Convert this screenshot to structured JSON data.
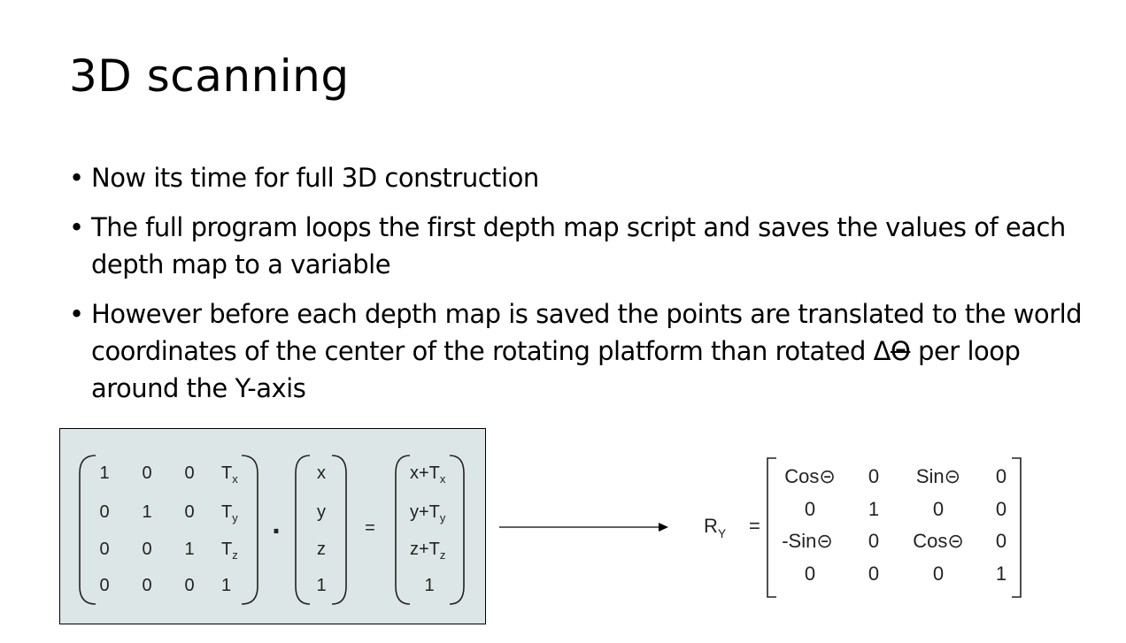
{
  "slide": {
    "title": "3D scanning",
    "bullets": [
      {
        "text": "Now its time for full 3D construction"
      },
      {
        "text": "The full program loops the first depth map script and saves the values of each depth map  to a variable"
      },
      {
        "pre": "However before each depth map is saved the points are translated to the world coordinates of the center of the rotating platform than rotated  Δ",
        "strike": "Θ",
        "post": " per loop around the Y-axis"
      }
    ],
    "bullet_char": "•"
  },
  "translation": {
    "matrix": [
      [
        "1",
        "0",
        "0",
        "T",
        "x"
      ],
      [
        "0",
        "1",
        "0",
        "T",
        "y"
      ],
      [
        "0",
        "0",
        "1",
        "T",
        "z"
      ],
      [
        "0",
        "0",
        "0",
        "1",
        ""
      ]
    ],
    "dot": ".",
    "vector": [
      "x",
      "y",
      "z",
      "1"
    ],
    "equals": "=",
    "result": [
      [
        "x+T",
        "x"
      ],
      [
        "y+T",
        "y"
      ],
      [
        "z+T",
        "z"
      ],
      [
        "1",
        ""
      ]
    ]
  },
  "rotation": {
    "label": "R",
    "label_sub": "Y",
    "equals": "=",
    "rows": [
      [
        "Cos⊝",
        "0",
        "Sin⊝",
        "0"
      ],
      [
        "0",
        "1",
        "0",
        "0"
      ],
      [
        "-Sin⊝",
        "0",
        "Cos⊝",
        "0"
      ],
      [
        "0",
        "0",
        "0",
        "1"
      ]
    ]
  }
}
